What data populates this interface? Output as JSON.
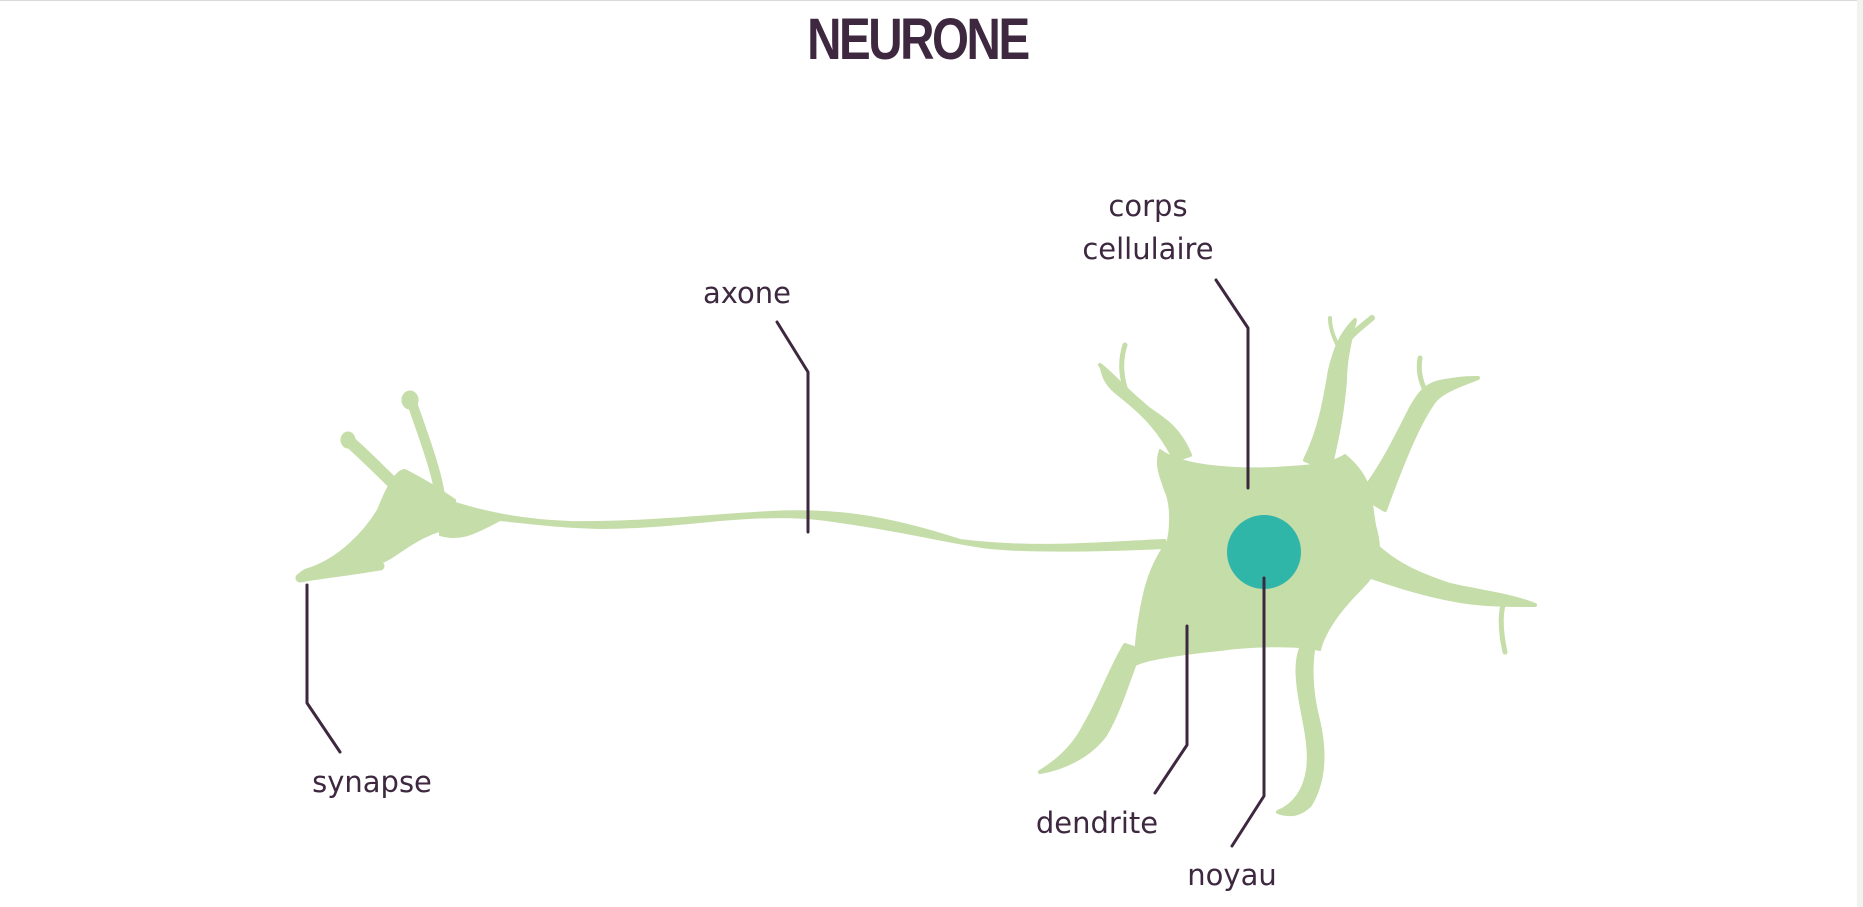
{
  "title": "NEURONE",
  "labels": {
    "corps_line1": "corps",
    "corps_line2": "cellulaire",
    "axone": "axone",
    "synapse": "synapse",
    "dendrite": "dendrite",
    "noyau": "noyau"
  },
  "colors": {
    "title": "#3e2840",
    "neuron_body": "#c5dda8",
    "nucleus": "#2fb6a9",
    "leader_lines": "#3e2840"
  }
}
